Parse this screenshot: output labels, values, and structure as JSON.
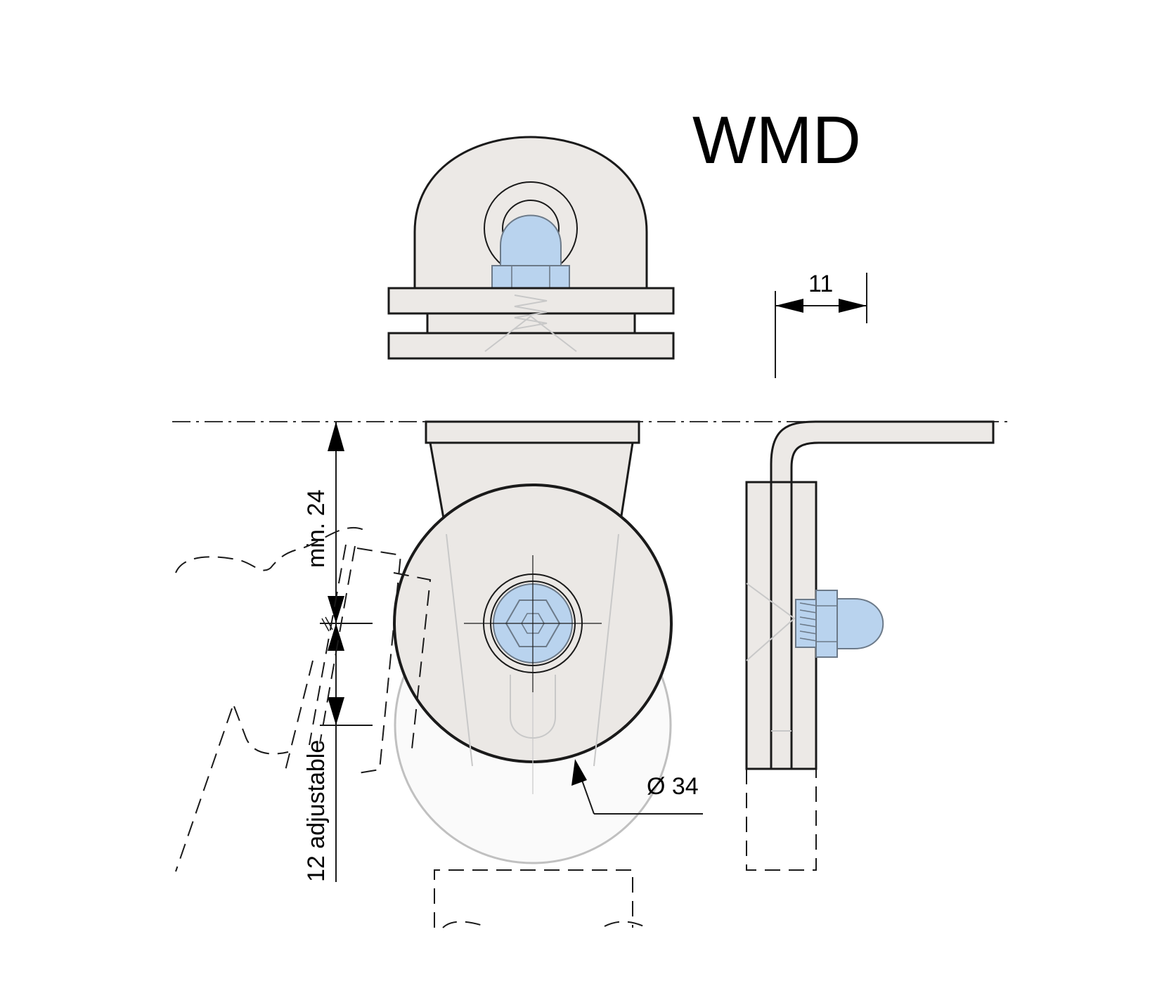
{
  "title": "WMD",
  "dimensions": {
    "width_11": "11",
    "min_24": "min. 24",
    "adjustable_12": "12 adjustable",
    "diameter_34": "Ø 34"
  },
  "colors": {
    "part_fill": "#ece9e6",
    "nut_fill": "#b9d3ee",
    "line": "#1a1a1a"
  }
}
